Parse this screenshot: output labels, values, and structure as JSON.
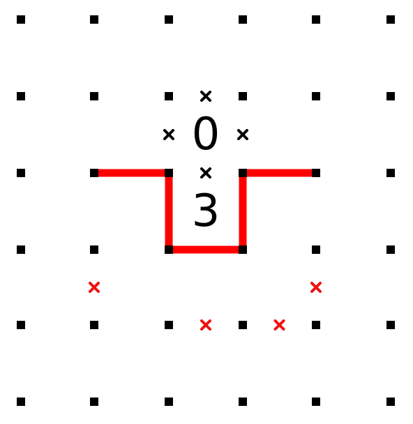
{
  "puzzle": {
    "type": "slitherlink",
    "rows": 6,
    "cols": 6,
    "clues": [
      {
        "row": 1,
        "col": 2,
        "value": "0"
      },
      {
        "row": 2,
        "col": 2,
        "value": "3"
      }
    ],
    "line_segments": [
      {
        "from": [
          2,
          1
        ],
        "to": [
          2,
          2
        ]
      },
      {
        "from": [
          2,
          2
        ],
        "to": [
          3,
          2
        ]
      },
      {
        "from": [
          3,
          2
        ],
        "to": [
          3,
          3
        ]
      },
      {
        "from": [
          3,
          3
        ],
        "to": [
          2,
          3
        ]
      },
      {
        "from": [
          2,
          3
        ],
        "to": [
          2,
          4
        ]
      }
    ],
    "crossed_edges": [
      {
        "type": "h",
        "row": 1,
        "col": 2,
        "color": "black"
      },
      {
        "type": "v",
        "row": 1,
        "col": 2,
        "color": "black"
      },
      {
        "type": "v",
        "row": 1,
        "col": 3,
        "color": "black"
      },
      {
        "type": "h",
        "row": 2,
        "col": 2,
        "color": "black"
      },
      {
        "type": "v",
        "row": 3,
        "col": 1,
        "color": "red"
      },
      {
        "type": "v",
        "row": 3,
        "col": 4,
        "color": "red"
      },
      {
        "type": "h",
        "row": 4,
        "col": 2,
        "color": "red"
      },
      {
        "type": "h",
        "row": 4,
        "col": 3,
        "color": "red"
      }
    ],
    "colors": {
      "dot": "#000000",
      "line": "#ff0000",
      "cross_black": "#000000",
      "cross_red": "#ee1111",
      "clue_text": "#000000"
    }
  }
}
